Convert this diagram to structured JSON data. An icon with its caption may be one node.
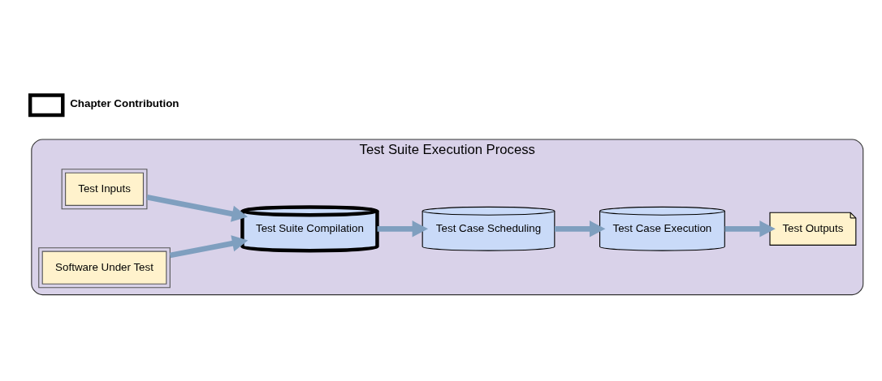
{
  "diagram": {
    "nodes": [
      {
        "text": [
          "Test Suite Execution Process"
        ]
      },
      {
        "text": [
          "Test Inputs"
        ],
        "in": 0
      },
      {
        "text": [
          "Test Suite Compilation"
        ],
        "in": 0
      },
      {
        "text": [
          "Test Case Scheduling"
        ],
        "in": 0
      },
      {
        "text": [
          "Software Under Test"
        ],
        "in": 0
      },
      {
        "text": [
          "Test Case Execution"
        ],
        "in": 0
      },
      {
        "text": [
          "Test Outputs"
        ],
        "in": 0
      }
    ],
    "edges": [
      {
        "from": 1,
        "to": 2,
        "arrow": "to"
      },
      {
        "from": 2,
        "to": 3,
        "arrow": "to"
      },
      {
        "from": 3,
        "to": 5,
        "arrow": "to"
      },
      {
        "from": 4,
        "to": 2,
        "arrow": "to"
      },
      {
        "from": 5,
        "to": 6,
        "arrow": "to"
      }
    ],
    "legend": [
      {
        "text": "Chapter Contribution"
      }
    ]
  }
}
